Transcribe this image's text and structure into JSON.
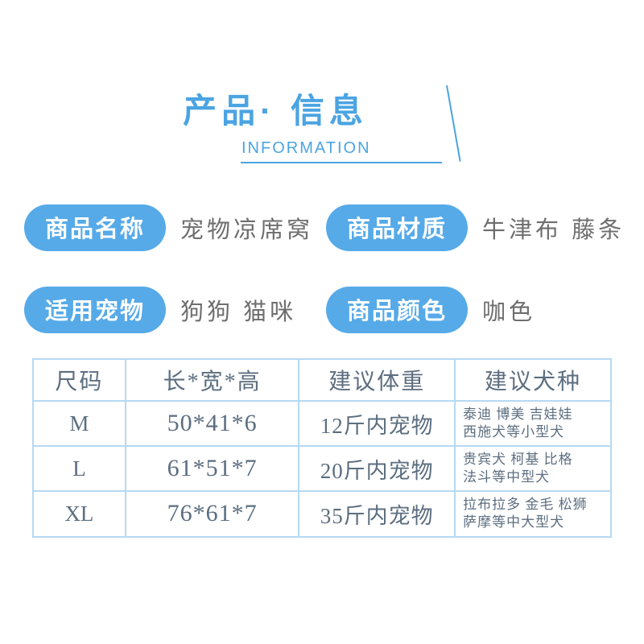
{
  "header": {
    "title": "产品· 信息",
    "subtitle": "INFORMATION"
  },
  "attributes": [
    {
      "label": "商品名称",
      "value": "宠物凉席窝"
    },
    {
      "label": "商品材质",
      "value": "牛津布 藤条"
    },
    {
      "label": "适用宠物",
      "value": "狗狗 猫咪"
    },
    {
      "label": "商品颜色",
      "value": "咖色"
    }
  ],
  "table": {
    "headers": [
      "尺码",
      "长*宽*高",
      "建议体重",
      "建议犬种"
    ],
    "rows": [
      {
        "size": "M",
        "dimensions": "50*41*6",
        "weight": "12斤内宠物",
        "breeds": [
          "泰迪 博美 吉娃娃",
          "西施犬等小型犬"
        ]
      },
      {
        "size": "L",
        "dimensions": "61*51*7",
        "weight": "20斤内宠物",
        "breeds": [
          "贵宾犬 柯基 比格",
          "法斗等中型犬"
        ]
      },
      {
        "size": "XL",
        "dimensions": "76*61*7",
        "weight": "35斤内宠物",
        "breeds": [
          "拉布拉多 金毛 松狮",
          "萨摩等中大型犬"
        ]
      }
    ]
  },
  "colors": {
    "accent_blue": "#4BA4E2",
    "badge_blue": "#56AAE8",
    "table_border_blue": "#B6D9F4",
    "table_text": "#5C6E80",
    "value_text": "#6E6E6E"
  }
}
